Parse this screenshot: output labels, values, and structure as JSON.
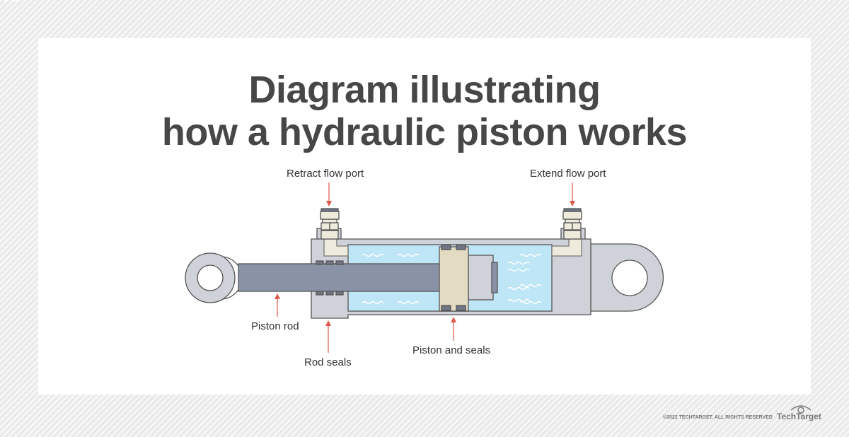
{
  "title": {
    "line1": "Diagram illustrating",
    "line2": "how a hydraulic piston works"
  },
  "labels": {
    "retract_port": "Retract flow port",
    "extend_port": "Extend flow port",
    "piston_rod": "Piston rod",
    "rod_seals": "Rod seals",
    "piston_and_seals": "Piston and seals"
  },
  "footer": {
    "copyright": "©2022 TECHTARGET. ALL RIGHTS RESERVED",
    "brand": "TechTarget"
  },
  "colors": {
    "arrow": "#e0574c",
    "fluid": "#bfe6f6",
    "rod": "#8a93a6",
    "body": "#d0d2d9",
    "piston": "#e3dcc3"
  }
}
